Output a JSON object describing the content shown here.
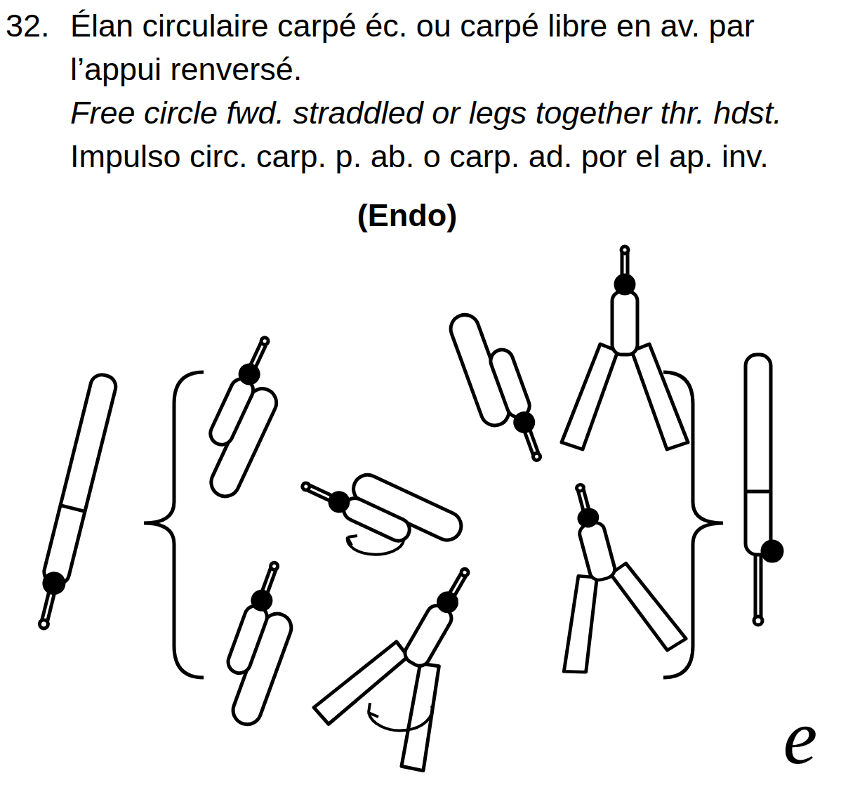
{
  "diagram": {
    "labels": [
      "32.",
      "Élan circulaire carpé éc. ou carpé libre en av. par l’appui renversé.",
      "Free circle fwd. straddled or legs together thr. hdst.",
      "Impulso circ. carp. p. ab. o carp. ad. por el ap. inv.",
      "(Endo)",
      "e"
    ]
  }
}
